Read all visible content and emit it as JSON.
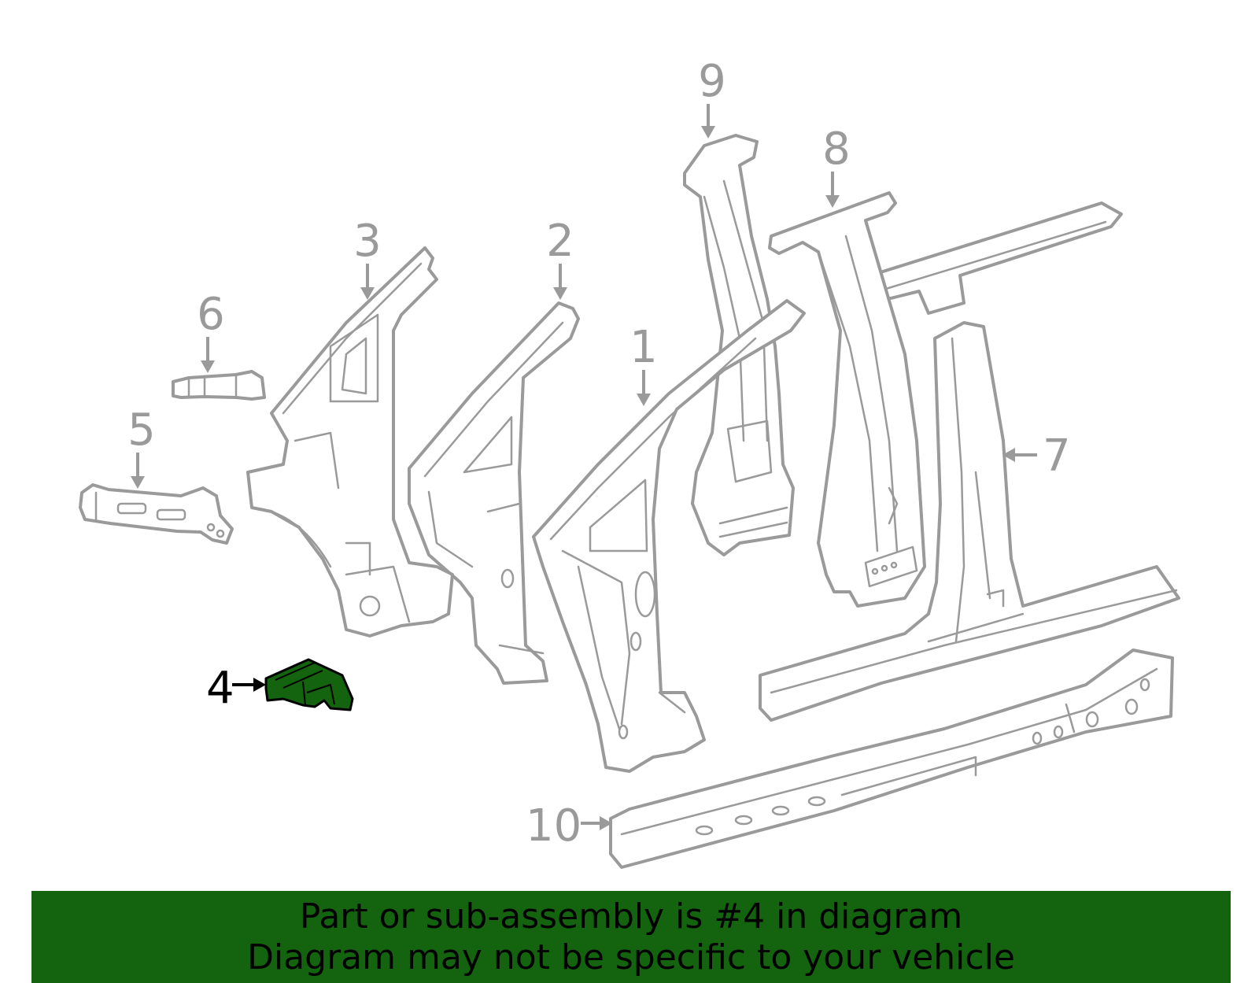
{
  "diagram": {
    "callouts": [
      "1",
      "2",
      "3",
      "4",
      "5",
      "6",
      "7",
      "8",
      "9",
      "10"
    ],
    "highlighted_part": "4"
  },
  "banner": {
    "line1": "Part or sub-assembly is #4 in diagram",
    "line2": "Diagram may not be specific to your vehicle"
  },
  "colors": {
    "highlight": "#14630e",
    "banner": "#14630e",
    "line_art": "#9a9a9a",
    "highlight_outline": "#000000",
    "background": "#ffffff"
  }
}
